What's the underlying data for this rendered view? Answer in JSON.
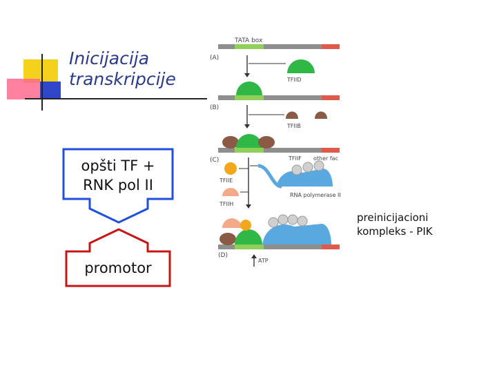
{
  "title": {
    "line1": "Inicijacija",
    "line2": "transkripcije"
  },
  "boxes": {
    "general_tf": {
      "line1": "opšti TF +",
      "line2": "RNK pol II"
    },
    "promoter": {
      "label": "promotor"
    }
  },
  "pik_label": {
    "line1": "preinicijacioni",
    "line2": "kompleks - PIK"
  },
  "figure": {
    "tata_box": "TATA box",
    "panel_a": "(A)",
    "panel_b": "(B)",
    "panel_c": "(C)",
    "panel_d": "(D)",
    "tfiid": "TFIID",
    "tfiib": "TFIIB",
    "tfiif": "TFIIF",
    "other_factors": "other fac",
    "tfiie": "TFIIE",
    "tfiih": "TFIIH",
    "rna_pol": "RNA polymerase II",
    "atp": "ATP"
  },
  "colors": {
    "title": "#2a3a8c",
    "blue_frame": "#1f4fe0",
    "red_frame": "#c81414",
    "dna": "#8e8e8e",
    "tata": "#8fcf5a",
    "tfiid": "#2fb845",
    "tfiib": "#8a5a44",
    "pol": "#5aa8e0",
    "tfiie": "#f2a81a",
    "tfiih": "#f4a98a",
    "dna_end": "#e05a4a"
  }
}
